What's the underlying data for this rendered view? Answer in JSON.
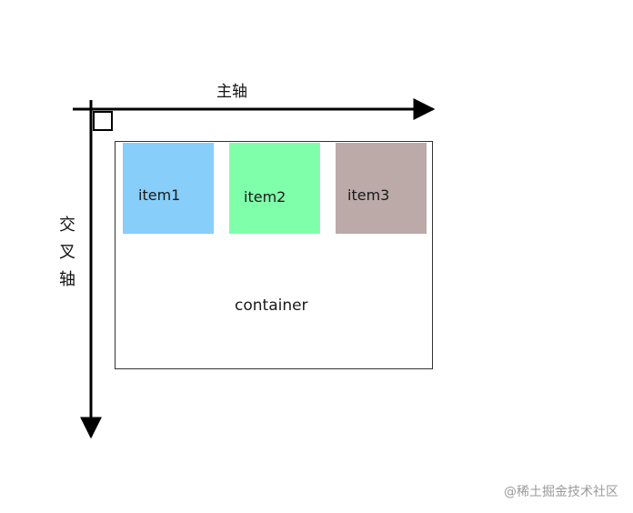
{
  "main_axis": {
    "label": "主轴"
  },
  "cross_axis": {
    "chars": [
      "交",
      "叉",
      "轴"
    ]
  },
  "container": {
    "label": "container"
  },
  "items": [
    {
      "label": "item1",
      "color": "#87cefa"
    },
    {
      "label": "item2",
      "color": "#80ffaa"
    },
    {
      "label": "item3",
      "color": "#bbaaa8"
    }
  ],
  "watermark": "@稀土掘金技术社区",
  "colors": {
    "line": "#000000",
    "border": "#333333"
  }
}
